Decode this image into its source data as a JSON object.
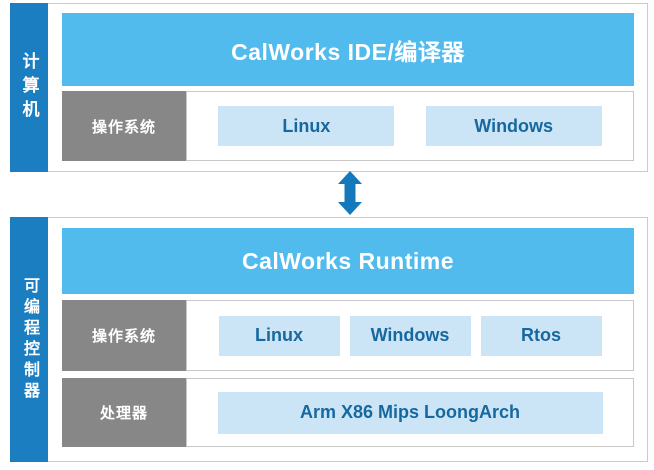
{
  "colors": {
    "sidebar_blue": "#1b7ec1",
    "header_blue": "#52bbee",
    "label_gray": "#878787",
    "item_bg": "#cbe5f7",
    "item_text": "#17689f",
    "outer_border": "#b6d2e2",
    "row_border": "#c8c8c8",
    "arrow_blue": "#1478ba"
  },
  "computer_block": {
    "sidebar_label": "计算机",
    "header": "CalWorks IDE/编译器",
    "os_row": {
      "label": "操作系统",
      "items": [
        "Linux",
        "Windows"
      ]
    }
  },
  "flow_arrow": {
    "icon": "double-vertical-arrow"
  },
  "controller_block": {
    "sidebar_label": "可编程控制器",
    "header": "CalWorks Runtime",
    "os_row": {
      "label": "操作系统",
      "items": [
        "Linux",
        "Windows",
        "Rtos"
      ]
    },
    "processor_row": {
      "label": "处理器",
      "items": [
        "Arm X86 Mips LoongArch"
      ]
    }
  }
}
